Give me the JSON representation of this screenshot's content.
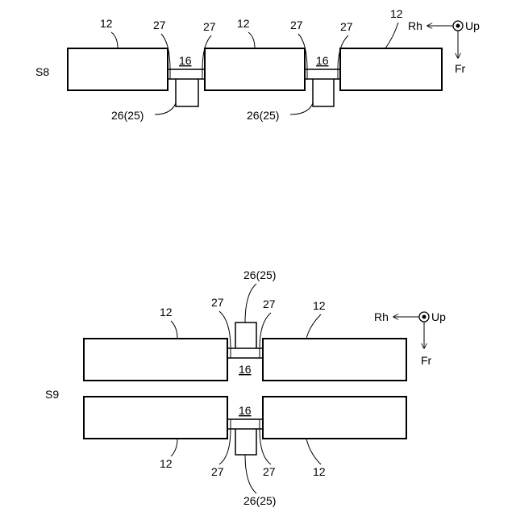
{
  "figures": [
    {
      "step": "S8",
      "labels": {
        "block": "12",
        "gap": "27",
        "bridge": "16",
        "tab": "26(25)"
      },
      "axes": {
        "left": "Rh",
        "up": "Up",
        "down": "Fr"
      }
    },
    {
      "step": "S9",
      "labels": {
        "block": "12",
        "gap": "27",
        "bridge": "16",
        "tab": "26(25)"
      },
      "axes": {
        "left": "Rh",
        "up": "Up",
        "down": "Fr"
      }
    }
  ]
}
